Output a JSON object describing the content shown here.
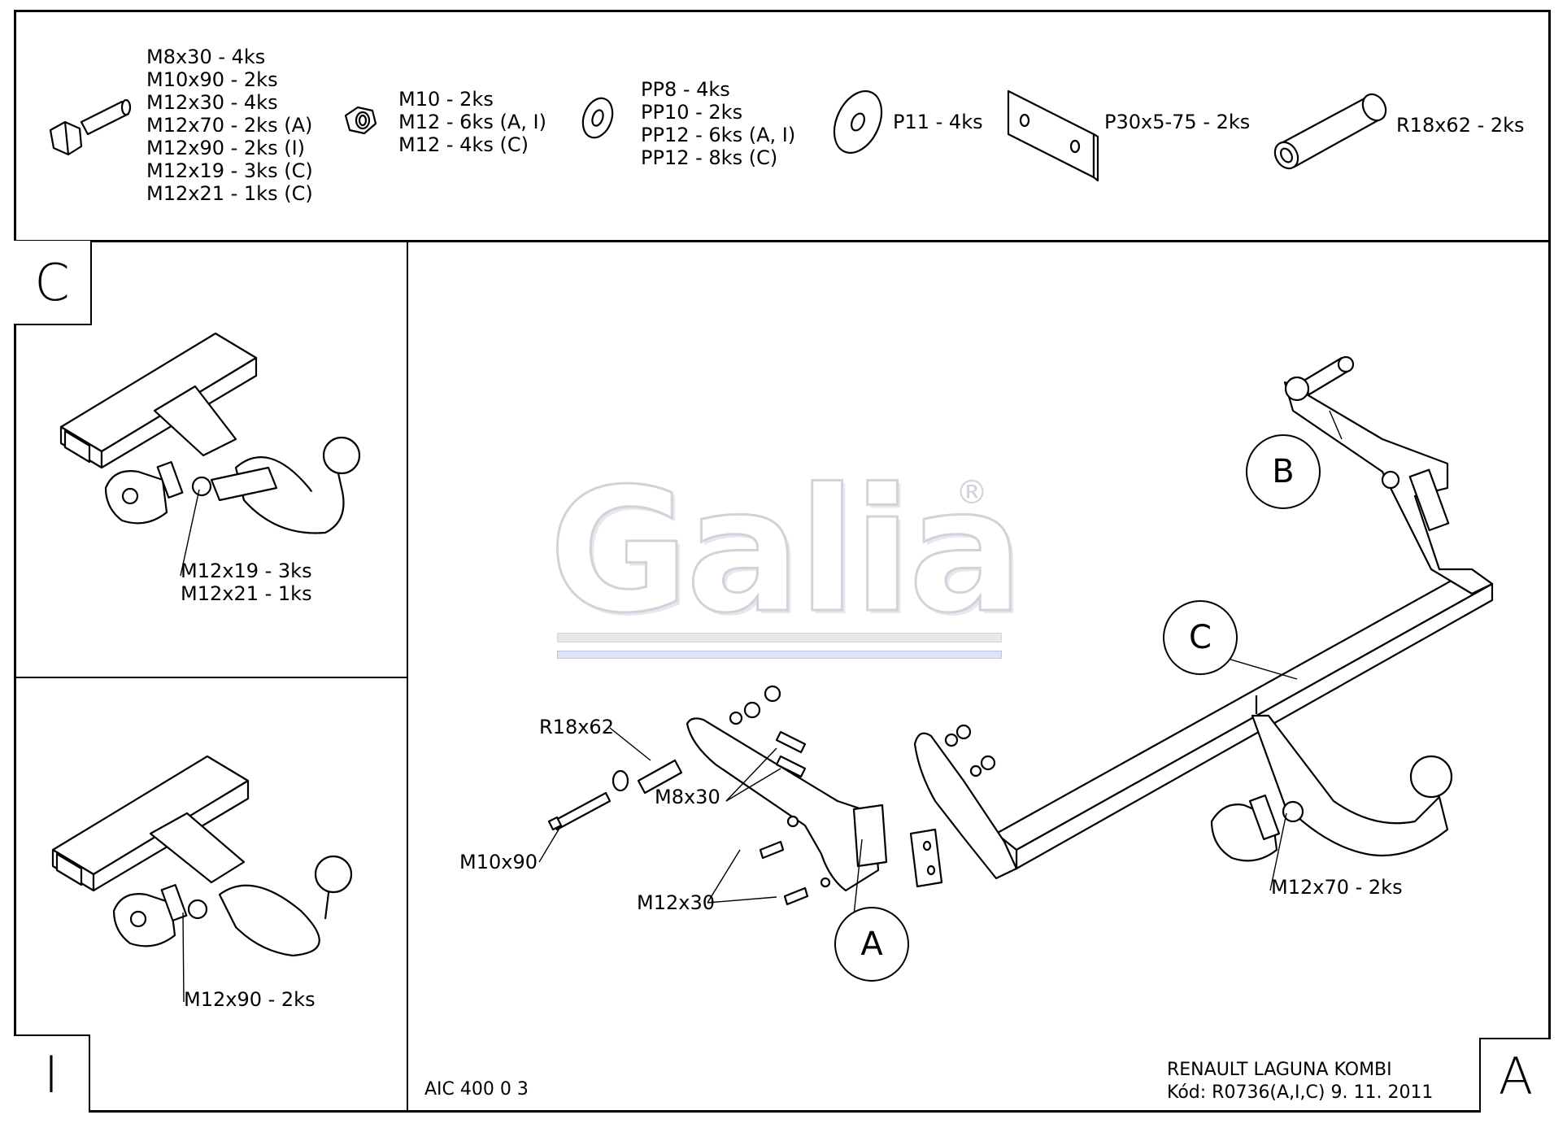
{
  "parts": {
    "bolts": [
      "M8x30 - 4ks",
      "M10x90 - 2ks",
      "M12x30 - 4ks",
      "M12x70 - 2ks (A)",
      "M12x90 - 2ks (I)",
      "M12x19 - 3ks (C)",
      "M12x21 - 1ks (C)"
    ],
    "nuts": [
      "M10 - 2ks",
      "M12 - 6ks (A, I)",
      "M12 - 4ks (C)"
    ],
    "washers": [
      "PP8 - 4ks",
      "PP10 - 2ks",
      "PP12 - 6ks (A, I)",
      "PP12 - 8ks (C)"
    ],
    "large_washer": "P11 - 4ks",
    "plate": "P30x5-75 - 2ks",
    "spacer": "R18x62 - 2ks"
  },
  "view_c": {
    "letter": "C",
    "labels": [
      "M12x19 - 3ks",
      "M12x21 - 1ks"
    ]
  },
  "view_i": {
    "letter": "I",
    "label": "M12x90 - 2ks"
  },
  "main": {
    "letter": "A",
    "logo": "Galia",
    "logo_mark": "®",
    "callouts": {
      "a": "A",
      "b": "B",
      "c": "C",
      "r18x62": "R18x62",
      "m8x30": "M8x30",
      "m10x90": "M10x90",
      "m12x30": "M12x30",
      "m12x70": "M12x70 - 2ks"
    },
    "drawing_no": "AIC 400 0 3",
    "title_line1": "RENAULT LAGUNA KOMBI",
    "title_line2": "Kód: R0736(A,I,C)  9. 11. 2011"
  }
}
